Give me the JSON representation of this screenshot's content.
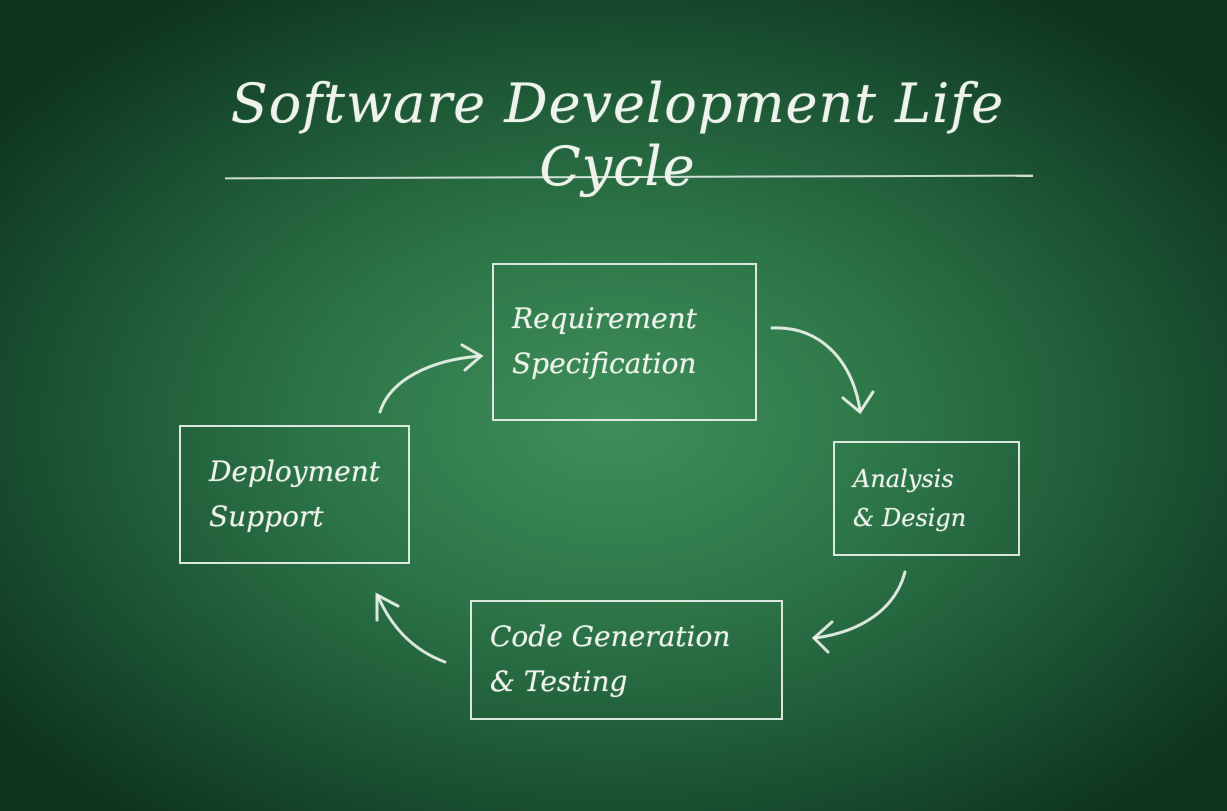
{
  "title": "Software Development Life Cycle",
  "colors": {
    "board": "#2c7447",
    "chalk": "#eef3ec"
  },
  "stages": [
    {
      "line1": "Requirement",
      "line2": "Specification"
    },
    {
      "line1": "Analysis",
      "line2": "& Design"
    },
    {
      "line1": "Code Generation",
      "line2": "& Testing"
    },
    {
      "line1": "Deployment",
      "line2": "Support"
    }
  ]
}
